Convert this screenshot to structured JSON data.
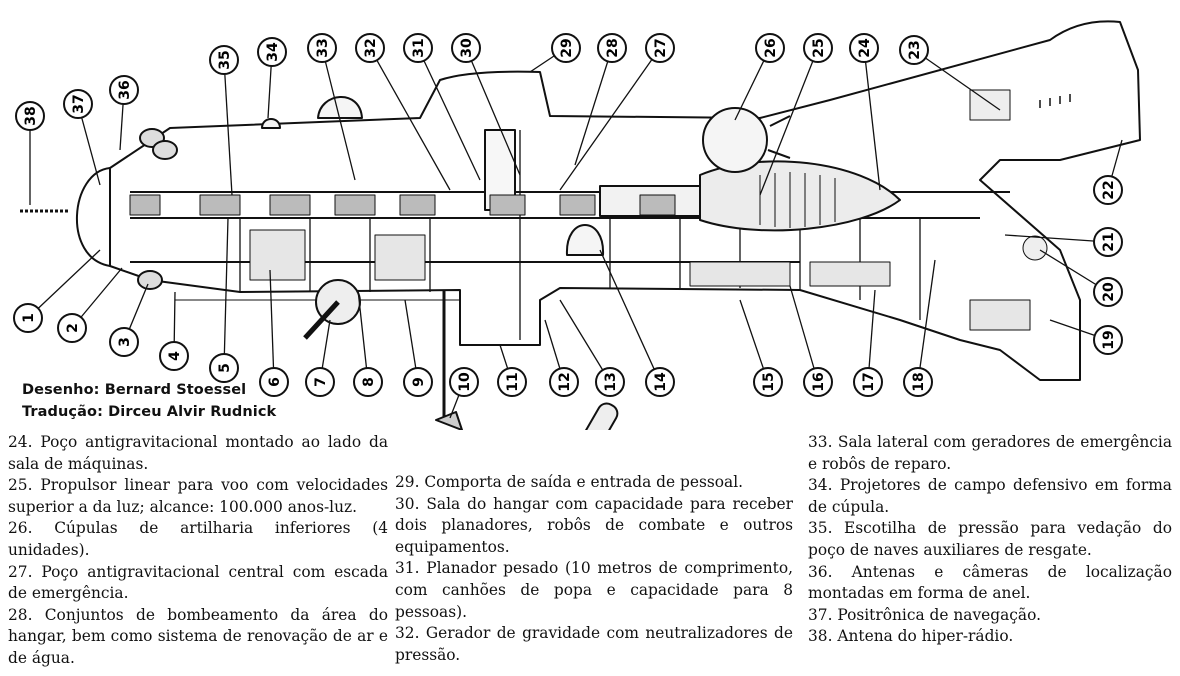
{
  "credits": {
    "drawing": "Desenho: Bernard Stoessel",
    "translation": "Tradução: Dirceu Alvir Rudnick"
  },
  "callouts": [
    "1",
    "2",
    "3",
    "4",
    "5",
    "6",
    "7",
    "8",
    "9",
    "10",
    "11",
    "12",
    "13",
    "14",
    "15",
    "16",
    "17",
    "18",
    "19",
    "20",
    "21",
    "22",
    "23",
    "24",
    "25",
    "26",
    "27",
    "28",
    "29",
    "30",
    "31",
    "32",
    "33",
    "34",
    "35",
    "36",
    "37",
    "38"
  ],
  "legend": {
    "col1": [
      "24. Poço antigravitacional montado ao lado da sala de máquinas.",
      "25. Propulsor linear para voo com velocidades superior a da luz; alcance: 100.000 anos-luz.",
      "26. Cúpulas de artilharia inferiores (4 unidades).",
      "27. Poço antigravitacional central com escada de emergência.",
      "28. Conjuntos de bombeamento da área do hangar, bem como sistema de renovação de ar e de água."
    ],
    "col2": [
      "29. Comporta de saída e entrada de pessoal.",
      "30. Sala do hangar com capacidade para receber dois planadores, robôs de combate e outros equipamentos.",
      "31. Planador pesado (10 metros de comprimento, com canhões de popa e capacidade para 8 pessoas).",
      "32. Gerador de gravidade com neutralizadores de pressão."
    ],
    "col3": [
      "33. Sala lateral com geradores de emergência e robôs de reparo.",
      "34. Projetores de campo defensivo em forma de cúpula.",
      "35. Escotilha de pressão para vedação do poço de naves auxiliares de resgate.",
      "36. Antenas e câmeras de localização montadas em forma de anel.",
      "37. Positrônica de navegação.",
      "38. Antena do hiper-rádio."
    ]
  }
}
